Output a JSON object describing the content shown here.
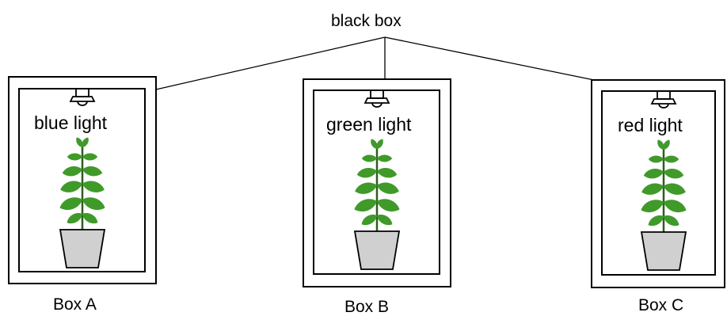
{
  "diagram": {
    "top_label": "black box",
    "boxes": [
      {
        "id": "a",
        "light_label": "blue light",
        "caption": "Box A"
      },
      {
        "id": "b",
        "light_label": "green light",
        "caption": "Box B"
      },
      {
        "id": "c",
        "light_label": "red light",
        "caption": "Box C"
      }
    ]
  },
  "colors": {
    "line": "#000000",
    "leaf_dark": "#2f7d22",
    "leaf_light": "#5fb534",
    "stem": "#2c5f1b",
    "pot_fill": "#d0d0d0",
    "pot_stroke": "#000000"
  },
  "icons": {
    "light": "ceiling-lamp-icon",
    "plant": "potted-plant-icon"
  }
}
